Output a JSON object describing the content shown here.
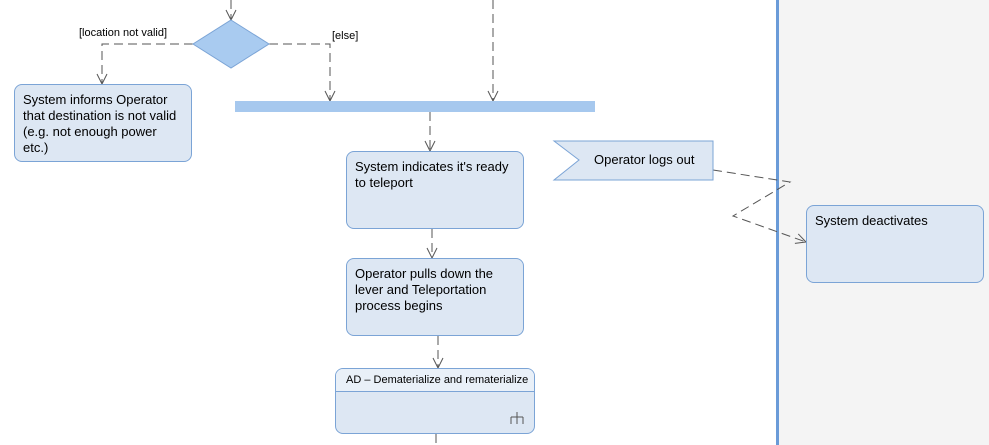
{
  "colors": {
    "node_fill": "#dde7f3",
    "node_border": "#7ba4d6",
    "join_bar": "#a6c8ee",
    "decision_fill": "#a9cbf0",
    "swimlane_divider": "#6a9bd8",
    "swimlane_background": "#f4f4f4",
    "edge": "#555555"
  },
  "guards": {
    "location_not_valid": "[location not valid]",
    "else": "[else]"
  },
  "nodes": {
    "inform_invalid": "System informs Operator that destination is not valid (e.g. not enough power etc.)",
    "ready_to_teleport": "System indicates it's ready to teleport",
    "pulls_lever": "Operator pulls down the lever and Teleportation process begins",
    "subactivity": "AD – Dematerialize and rematerialize",
    "operator_logs_out": "Operator logs out",
    "system_deactivates": "System deactivates"
  },
  "icons": {
    "subactivity": "rake-icon"
  }
}
